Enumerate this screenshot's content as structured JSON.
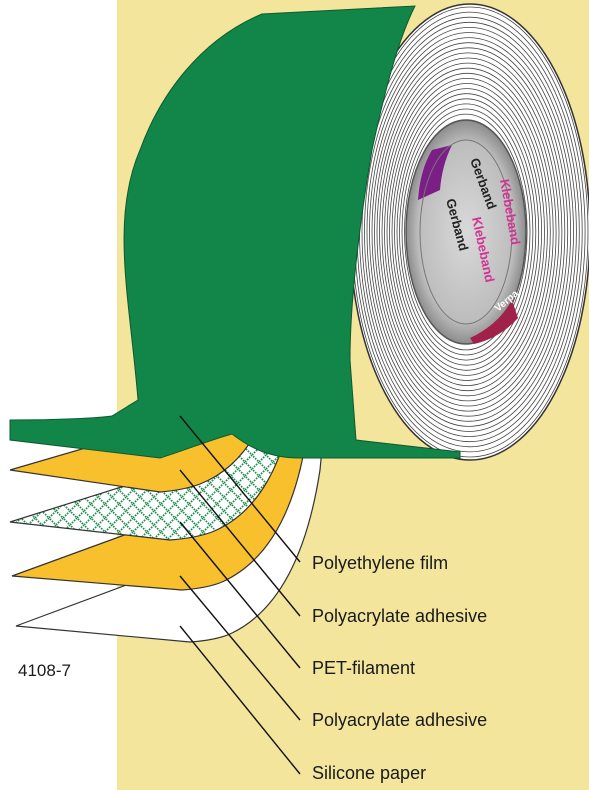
{
  "diagram": {
    "code": "4108-7",
    "labels": [
      "Polyethylene film",
      "Polyacrylate adhesive",
      "PET-filament",
      "Polyacrylate adhesive",
      "Silicone paper"
    ],
    "core_print": {
      "brand": "Gerband",
      "product": "Klebeband",
      "edge": "Verpa"
    },
    "colors": {
      "background_panel": "#f3e59c",
      "film": "#118648",
      "adhesive": "#f7c02c",
      "filament_mesh": "#1d8e4f",
      "paper": "#ffffff",
      "core_purple": "#7b1f86",
      "core_magenta": "#d13393",
      "leader_line": "#111111"
    }
  }
}
